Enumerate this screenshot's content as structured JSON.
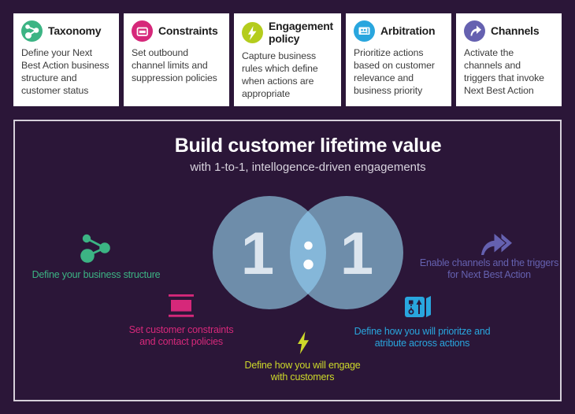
{
  "colors": {
    "page_bg": "#2b1638",
    "card_bg": "#ffffff",
    "card_title_color": "#1d1d1d",
    "card_text_color": "#3c3c3c",
    "panel_border": "#d5cfd9",
    "panel_title_color": "#ffffff",
    "panel_subtitle_color": "#d8d3de",
    "green": "#3cb484",
    "pink": "#d6287a",
    "yellow_icon": "#b4cc1d",
    "yellow": "#cdd92a",
    "blue": "#29a6de",
    "purple": "#6561b0",
    "venn_circle": "#6e8daa",
    "venn_overlap": "#85b7d9",
    "venn_digit": "#dce5ee",
    "venn_colon": "#ffffff"
  },
  "cards": [
    {
      "title": "Taxonomy",
      "description": "Define your Next Best Action business structure and customer status",
      "icon": "network-nodes-icon",
      "accent": "green"
    },
    {
      "title": "Constraints",
      "description": "Set outbound channel limits and suppression policies",
      "icon": "window-bar-icon",
      "accent": "pink"
    },
    {
      "title": "Engagement policy",
      "description": "Capture business rules which define when actions are appropriate",
      "icon": "lightning-icon",
      "accent": "yellow"
    },
    {
      "title": "Arbitration",
      "description": "Prioritize actions based on customer relevance and business priority",
      "icon": "machine-panel-icon",
      "accent": "blue"
    },
    {
      "title": "Channels",
      "description": "Activate the channels and triggers that invoke Next Best Action",
      "icon": "curved-arrow-icon",
      "accent": "purple"
    }
  ],
  "panel": {
    "title": "Build customer lifetime value",
    "subtitle": "with 1-to-1, intellogence-driven engagements",
    "venn": {
      "left_value": "1",
      "separator": ":",
      "right_value": "1"
    },
    "callouts": {
      "taxonomy": "Define your business structure",
      "constraints": "Set customer constraints and contact policies",
      "engagement": "Define how you will engage with customers",
      "arbitration": "Define how you will prioritze and atribute across actions",
      "channels": "Enable channels and the triggers for Next Best Action"
    }
  }
}
